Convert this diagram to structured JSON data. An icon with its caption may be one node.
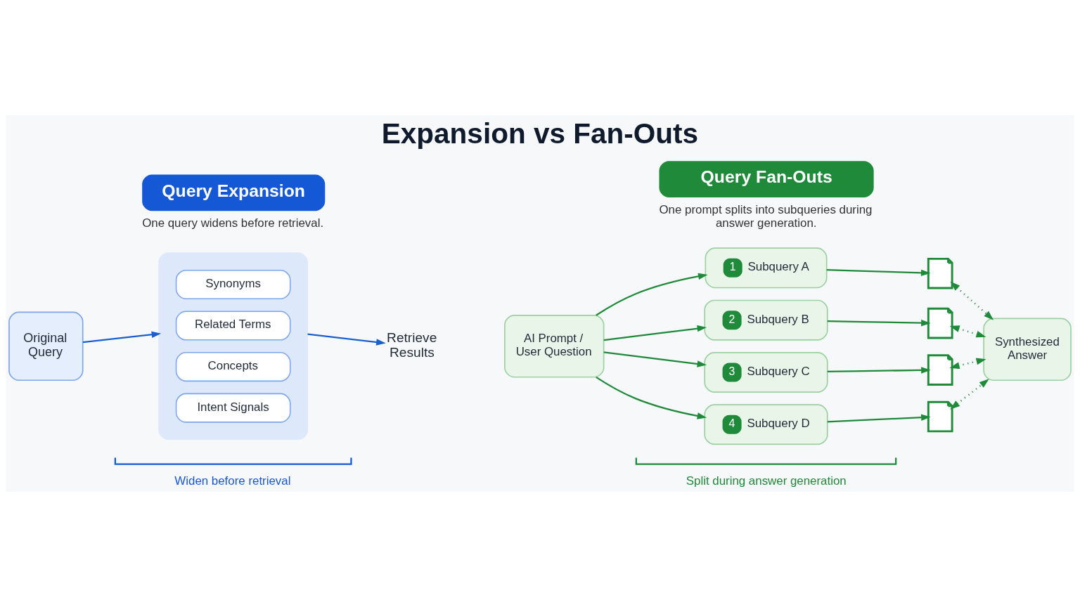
{
  "diagram": {
    "title": "Expansion vs Fan-Outs",
    "nodes": [
      {
        "text": [
          "Query Expansion"
        ],
        "beside": [
          "One query widens before retrieval."
        ]
      },
      {
        "text": [
          "Query Fan-Outs"
        ],
        "beside": [
          "One prompt splits into subqueries during answer generation."
        ]
      },
      {
        "text": [
          "Original Query"
        ]
      },
      {
        "text": [],
        "shape": "funnel"
      },
      {
        "text": [
          "Synonyms"
        ],
        "in": 3
      },
      {
        "text": [
          "Related Terms"
        ],
        "in": 3
      },
      {
        "text": [
          "Concepts"
        ],
        "in": 3
      },
      {
        "text": [
          "Intent Signals"
        ],
        "in": 3
      },
      {
        "text": [
          "Retrieve Results"
        ]
      },
      {
        "text": [
          "AI Prompt / User Question"
        ]
      },
      {
        "text": [
          "1",
          "Subquery A"
        ]
      },
      {
        "text": [
          "2",
          "Subquery B"
        ]
      },
      {
        "text": [
          "3",
          "Subquery C"
        ]
      },
      {
        "text": [
          "4",
          "Subquery D"
        ]
      },
      {
        "text": [],
        "shape": "document"
      },
      {
        "text": [],
        "shape": "document"
      },
      {
        "text": [],
        "shape": "document"
      },
      {
        "text": [],
        "shape": "document"
      },
      {
        "text": [
          "Synthesized Answer"
        ]
      }
    ],
    "edges": [
      {
        "from": 2,
        "to": 3,
        "arrow": "to",
        "color": "#1a5fd0"
      },
      {
        "from": 3,
        "to": 8,
        "arrow": "to",
        "color": "#1a5fd0"
      },
      {
        "from": 9,
        "to": 10,
        "arrow": "to"
      },
      {
        "from": 9,
        "to": 11,
        "arrow": "to"
      },
      {
        "from": 9,
        "to": 12,
        "arrow": "to"
      },
      {
        "from": 9,
        "to": 13,
        "arrow": "to"
      },
      {
        "from": 10,
        "to": 14,
        "arrow": "to"
      },
      {
        "from": 11,
        "to": 15,
        "arrow": "to"
      },
      {
        "from": 12,
        "to": 16,
        "arrow": "to"
      },
      {
        "from": 13,
        "to": 17,
        "arrow": "to"
      },
      {
        "from": 14,
        "to": 18,
        "arrow": "both",
        "style": "dashed"
      },
      {
        "from": 15,
        "to": 18,
        "arrow": "both",
        "style": "dashed"
      },
      {
        "from": 16,
        "to": 18,
        "arrow": "both",
        "style": "dashed"
      },
      {
        "from": 17,
        "to": 18,
        "arrow": "both",
        "style": "dashed"
      }
    ],
    "labels": [
      "Widen before retrieval",
      "Split during answer generation"
    ]
  }
}
